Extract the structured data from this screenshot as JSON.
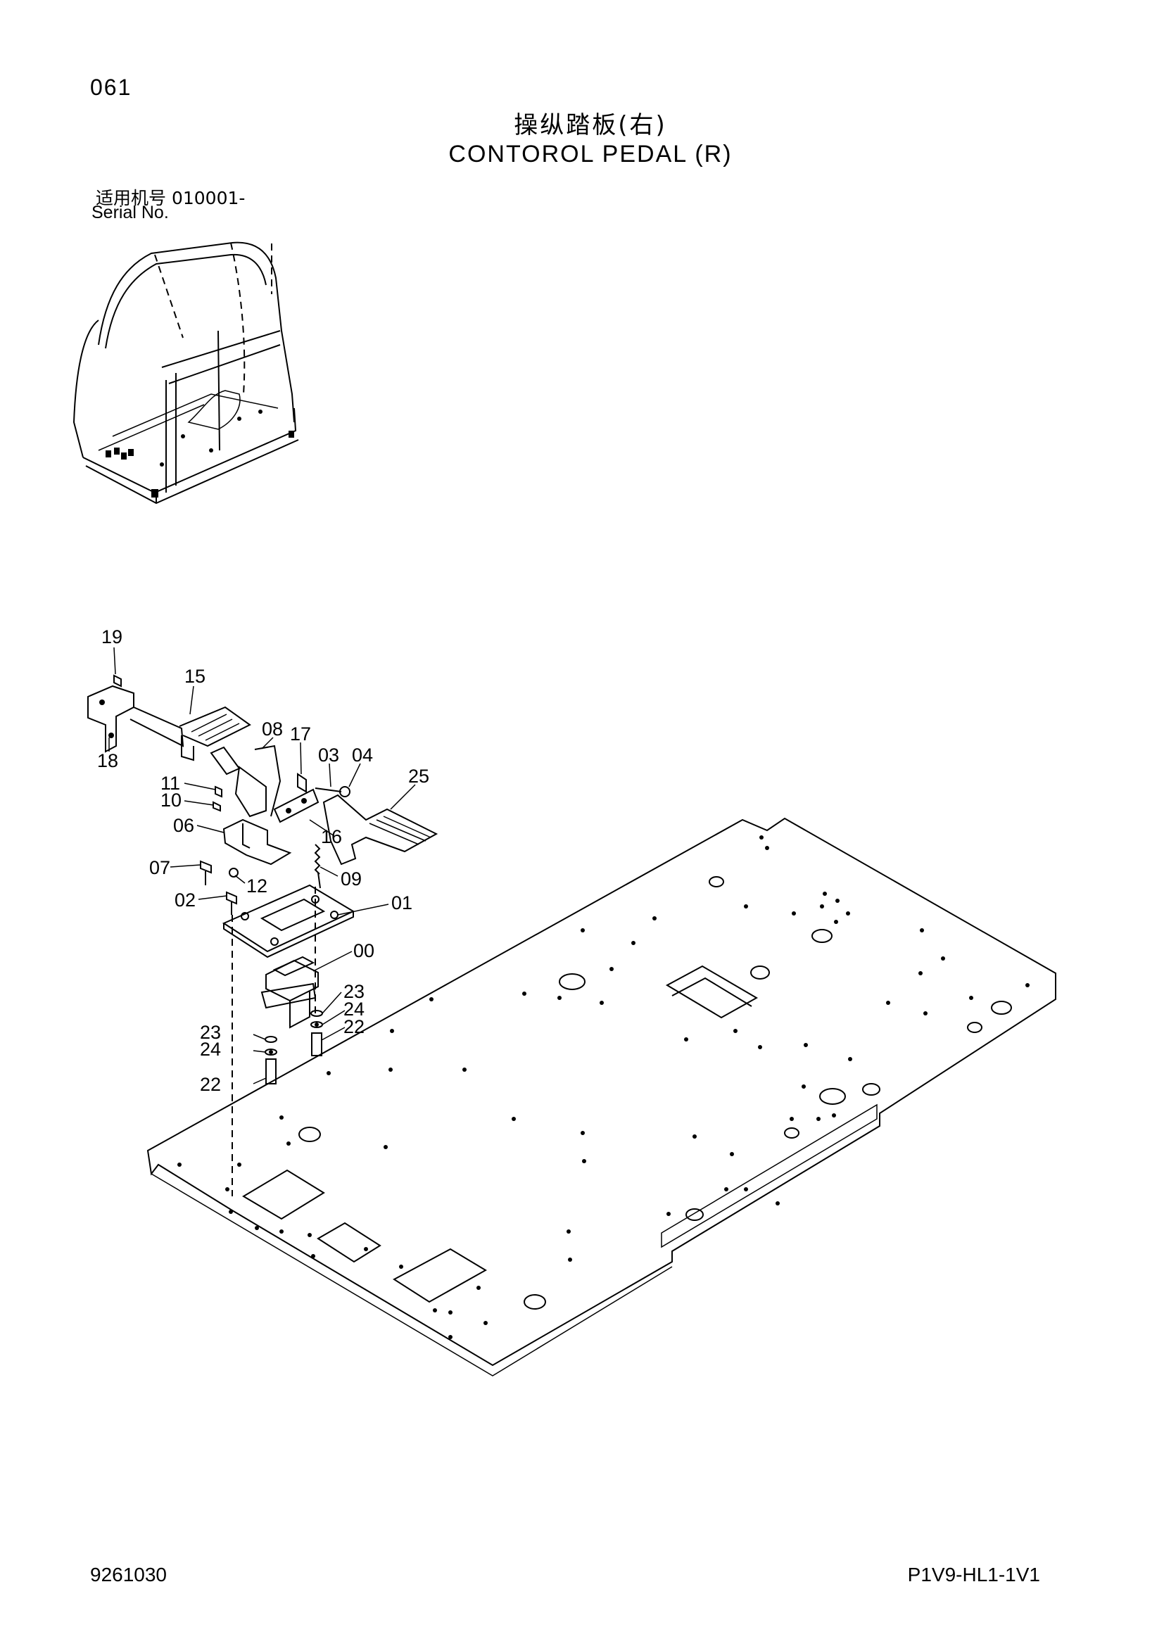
{
  "page_number": "061",
  "title_cn": "操纵踏板(右)",
  "title_en": "CONTOROL PEDAL (R)",
  "serial_label_cn": "适用机号",
  "serial_number": "010001-",
  "serial_label_en": "Serial No.",
  "callouts": [
    "19",
    "15",
    "18",
    "08",
    "17",
    "03",
    "04",
    "25",
    "11",
    "10",
    "06",
    "16",
    "07",
    "09",
    "12",
    "02",
    "01",
    "00",
    "23",
    "24",
    "22",
    "23",
    "24",
    "22"
  ],
  "footer_left": "9261030",
  "footer_right": "P1V9-HL1-1V1"
}
